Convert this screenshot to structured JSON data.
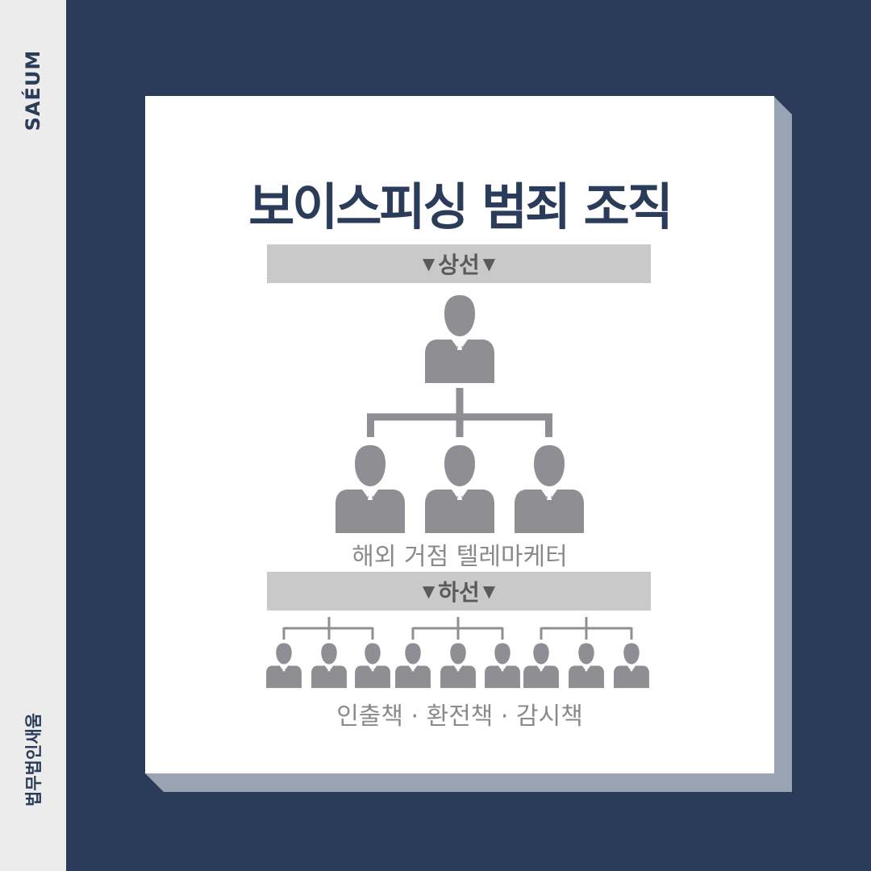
{
  "brand": {
    "english": "SAÉUM",
    "korean": "법무법인새움"
  },
  "title": "보이스피싱 범죄 조직",
  "upper_tier": {
    "label": "상선",
    "arrow_glyph": "▼"
  },
  "middle_tier": {
    "caption": "해외 거점 텔레마케터"
  },
  "lower_tier": {
    "label": "하선",
    "arrow_glyph": "▼",
    "caption": "인출책 · 환전책 · 감시책"
  },
  "colors": {
    "navy": "#2b3b5a",
    "figure_gray": "#8f8f93",
    "band_gray": "#c9c9c9",
    "shadow": "#98a3b4"
  },
  "icons": [
    "person-silhouette-icon",
    "triangle-down-icon"
  ]
}
